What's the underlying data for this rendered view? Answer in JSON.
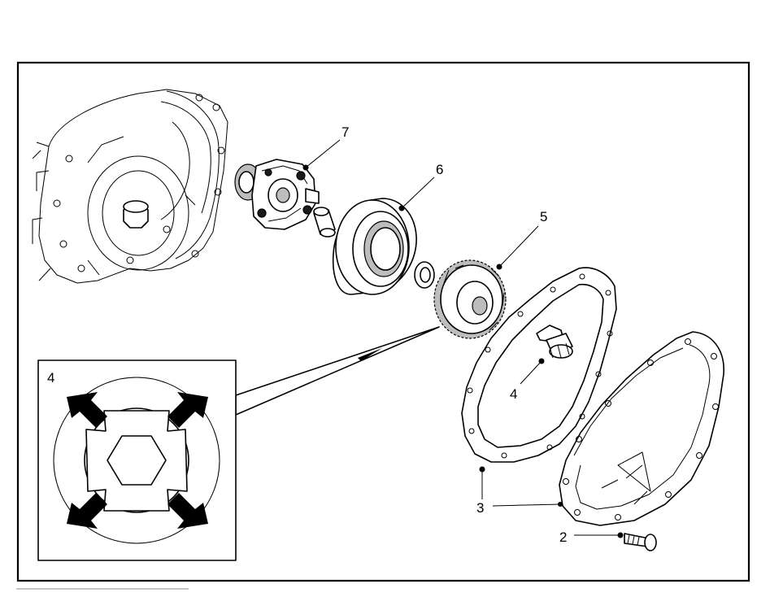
{
  "callouts": {
    "c2": "2",
    "c3": "3",
    "c4": "4",
    "c5": "5",
    "c6": "6",
    "c7": "7",
    "inset": "4"
  },
  "colors": {
    "ink": "#000000",
    "paper": "#ffffff"
  }
}
